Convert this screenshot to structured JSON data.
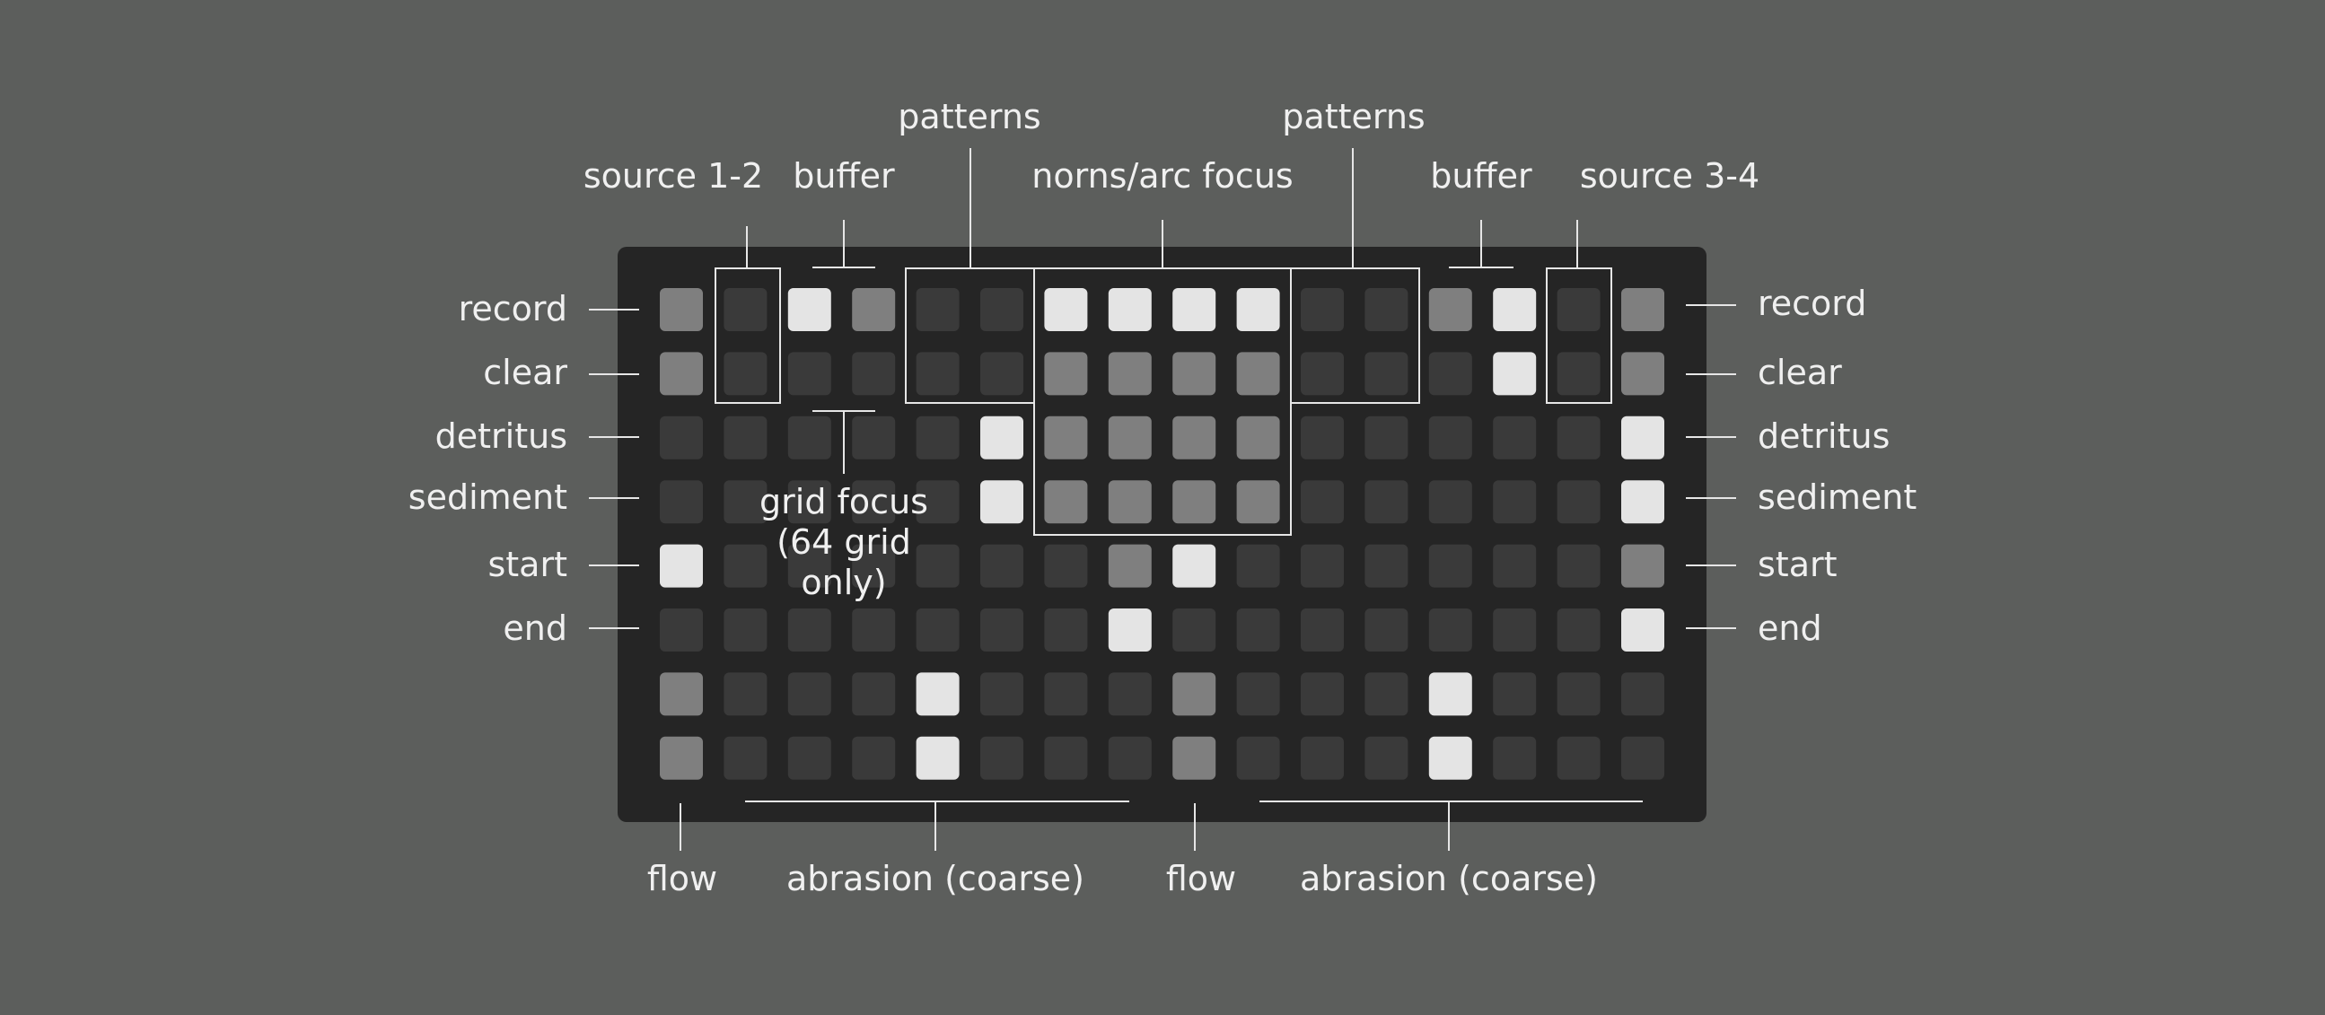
{
  "labels": {
    "left_rows": [
      "record",
      "clear",
      "detritus",
      "sediment",
      "start",
      "end"
    ],
    "right_rows": [
      "record",
      "clear",
      "detritus",
      "sediment",
      "start",
      "end"
    ],
    "top": {
      "source_1_2": "source 1-2",
      "buffer_left": "buffer",
      "patterns_left": "patterns",
      "norns_arc_focus": "norns/arc focus",
      "patterns_right": "patterns",
      "buffer_right": "buffer",
      "source_3_4": "source 3-4"
    },
    "grid_focus": "grid focus (64 grid only)",
    "bottom": {
      "flow_left": "flow",
      "abrasion_left": "abrasion (coarse)",
      "flow_right": "flow",
      "abrasion_right": "abrasion (coarse)"
    }
  },
  "grid": {
    "rows": 8,
    "cols": 16,
    "legend_brightness": [
      "off",
      "dim",
      "bright"
    ],
    "cells": [
      [
        1,
        0,
        2,
        1,
        0,
        0,
        2,
        2,
        2,
        2,
        0,
        0,
        1,
        2,
        0,
        1
      ],
      [
        1,
        0,
        0,
        0,
        0,
        0,
        1,
        1,
        1,
        1,
        0,
        0,
        0,
        2,
        0,
        1
      ],
      [
        0,
        0,
        0,
        0,
        0,
        2,
        1,
        1,
        1,
        1,
        0,
        0,
        0,
        0,
        0,
        2
      ],
      [
        0,
        0,
        0,
        0,
        0,
        2,
        1,
        1,
        1,
        1,
        0,
        0,
        0,
        0,
        0,
        2
      ],
      [
        2,
        0,
        0,
        0,
        0,
        0,
        0,
        1,
        2,
        0,
        0,
        0,
        0,
        0,
        0,
        1
      ],
      [
        0,
        0,
        0,
        0,
        0,
        0,
        0,
        2,
        0,
        0,
        0,
        0,
        0,
        0,
        0,
        2
      ],
      [
        1,
        0,
        0,
        0,
        2,
        0,
        0,
        0,
        1,
        0,
        0,
        0,
        2,
        0,
        0,
        0
      ],
      [
        1,
        0,
        0,
        0,
        2,
        0,
        0,
        0,
        1,
        0,
        0,
        0,
        2,
        0,
        0,
        0
      ]
    ]
  },
  "colors": {
    "background": "#5c5e5c",
    "device": "#252525",
    "key_off": "#3a3a3a",
    "key_dim": "#7f7f7f",
    "key_bright": "#e4e4e4",
    "line": "#e6e6e6"
  }
}
